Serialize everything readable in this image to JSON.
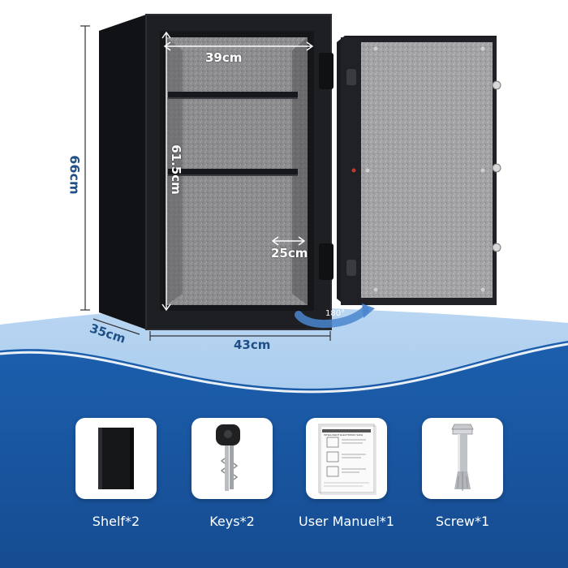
{
  "dimensions": {
    "height": "66cm",
    "depth": "35cm",
    "width": "43cm",
    "inner_width": "39cm",
    "inner_height": "61.5cm",
    "inner_depth": "25cm",
    "door_angle": "180°"
  },
  "accessories": [
    {
      "label": "Shelf*2",
      "icon": "shelf-icon"
    },
    {
      "label": "Keys*2",
      "icon": "keys-icon"
    },
    {
      "label": "User Manuel*1",
      "icon": "manual-icon"
    },
    {
      "label": "Screw*1",
      "icon": "screw-icon"
    }
  ],
  "manual_heading": "INTELLIGENT ELECTRONIC SAFE",
  "colors": {
    "band_blue": "#1a5aa6",
    "light_blue": "#9cc3ea",
    "dimension_text": "#1e4f86",
    "safe_body": "#1d1e22",
    "felt": "#8e8e90"
  }
}
